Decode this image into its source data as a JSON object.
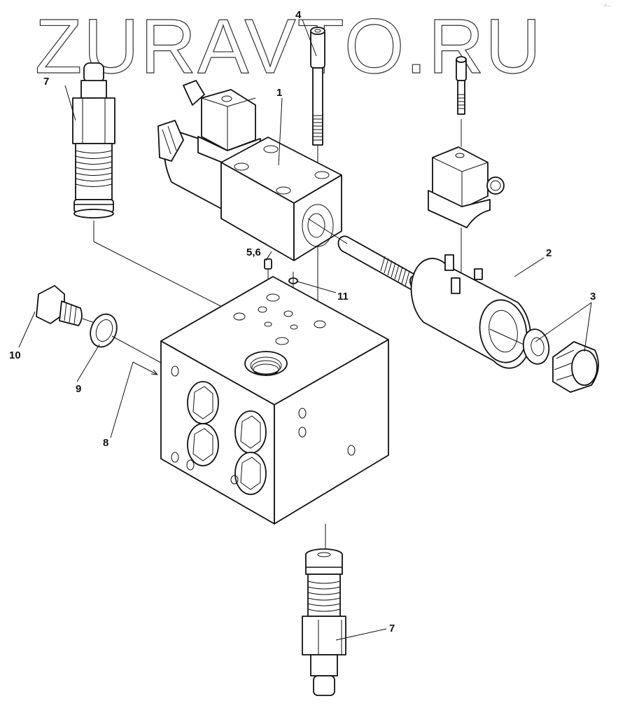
{
  "watermark": {
    "text": "ZURAVTO.RU"
  },
  "corner_mark": {
    "text": "↗—"
  },
  "diagram": {
    "type": "exploded parts view",
    "subject": "hydraulic valve block assembly with solenoid valves",
    "callouts": [
      {
        "id": "1",
        "label": "1",
        "part": "solenoid directional valve"
      },
      {
        "id": "2",
        "label": "2",
        "part": "solenoid coil"
      },
      {
        "id": "3",
        "label": "3",
        "part": "coil nut with washer"
      },
      {
        "id": "4",
        "label": "4",
        "part": "socket head bolt"
      },
      {
        "id": "5-6",
        "label": "5,6",
        "part": "set screw / plug"
      },
      {
        "id": "7-top",
        "label": "7",
        "part": "cartridge valve (top)"
      },
      {
        "id": "7-bottom",
        "label": "7",
        "part": "cartridge valve (bottom)"
      },
      {
        "id": "8",
        "label": "8",
        "part": "valve manifold block"
      },
      {
        "id": "9",
        "label": "9",
        "part": "sealing washer"
      },
      {
        "id": "10",
        "label": "10",
        "part": "plug"
      },
      {
        "id": "11",
        "label": "11",
        "part": "O-ring"
      }
    ]
  }
}
